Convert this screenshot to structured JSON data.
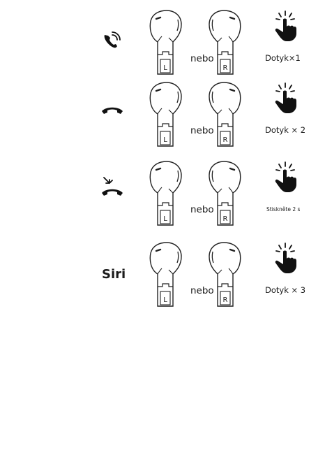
{
  "rows": [
    {
      "function": "answer-call",
      "icon": "phone-ringing-icon",
      "separator": "nebo",
      "gesture_icon": "tap-finger-icon",
      "gesture": "Dotyk×1"
    },
    {
      "function": "hang-up",
      "icon": "phone-hangup-icon",
      "separator": "nebo",
      "gesture_icon": "tap-finger-icon",
      "gesture": "Dotyk × 2"
    },
    {
      "function": "reject-call",
      "icon": "phone-reject-icon",
      "separator": "nebo",
      "gesture_icon": "tap-finger-icon",
      "gesture": "Stiskněte 2 s"
    },
    {
      "function": "siri",
      "label": "Siri",
      "separator": "nebo",
      "gesture_icon": "tap-finger-icon",
      "gesture": "Dotyk × 3"
    }
  ],
  "earbuds": {
    "left_label": "L",
    "right_label": "R"
  }
}
